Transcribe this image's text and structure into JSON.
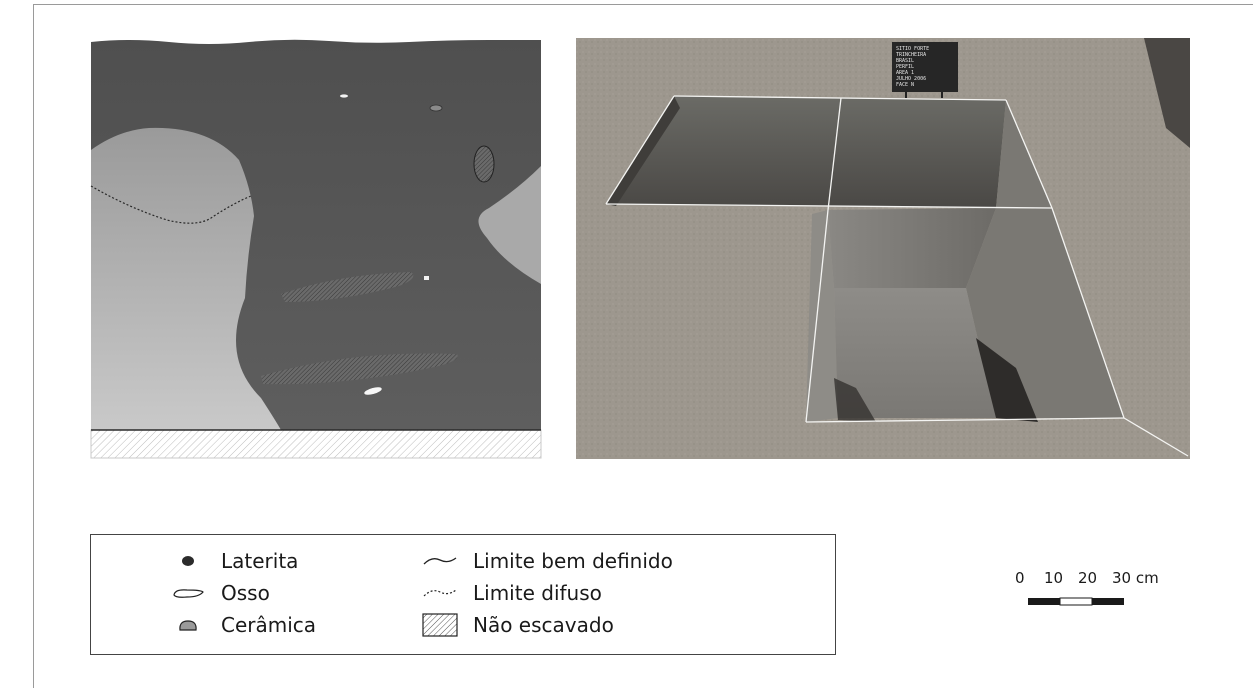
{
  "legend": {
    "items": [
      {
        "key": "laterita",
        "label": "Laterita",
        "symbol": "filled-ellipse-icon"
      },
      {
        "key": "osso",
        "label": "Osso",
        "symbol": "bone-outline-icon"
      },
      {
        "key": "ceramica",
        "label": "Cerâmica",
        "symbol": "grey-lens-icon"
      },
      {
        "key": "limite_bem",
        "label": "Limite bem definido",
        "symbol": "solid-curve-icon"
      },
      {
        "key": "limite_difuso",
        "label": "Limite difuso",
        "symbol": "dotted-curve-icon"
      },
      {
        "key": "nao_escavado",
        "label": "Não escavado",
        "symbol": "hatched-box-icon"
      }
    ]
  },
  "scale": {
    "ticks": [
      "0",
      "10",
      "20",
      "30 cm"
    ]
  },
  "photo": {
    "sign_lines": [
      "SITIO  FORTE",
      "TRINCHEIRA",
      "BRASIL",
      "PERFIL",
      "AREA 1",
      "JULHO 2006",
      "FACE N"
    ]
  },
  "colors": {
    "dark_fill": "#555555",
    "light_fill": "#a4a4a4",
    "lens_fill": "#7a7a7a",
    "soil": "#9b968d"
  }
}
